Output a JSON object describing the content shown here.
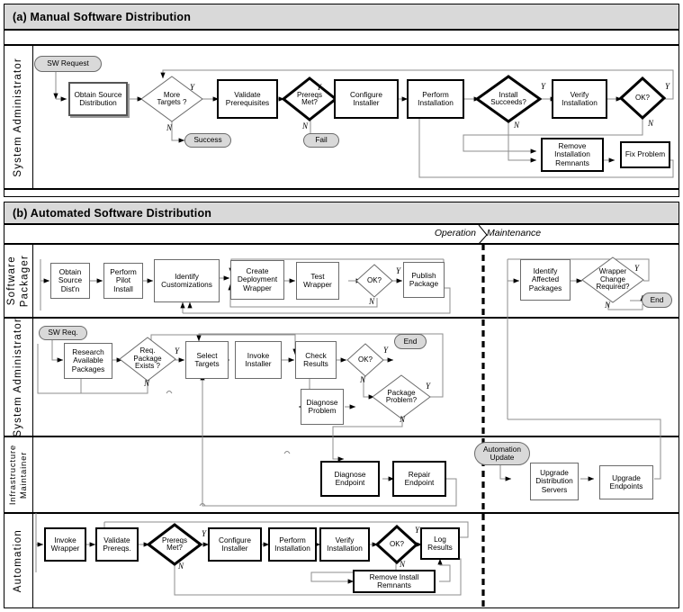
{
  "figure": {
    "panel_a_title": "(a) Manual Software Distribution",
    "panel_b_title": "(b) Automated Software Distribution",
    "phases": {
      "left": "Operation",
      "right": "Maintenance"
    },
    "yes_label": "Y",
    "no_label": "N"
  },
  "panel_a": {
    "lane_label": "System Administrator",
    "nodes": [
      {
        "id": "sw-request",
        "type": "terminator",
        "text": "SW Request"
      },
      {
        "id": "obtain-source",
        "type": "process",
        "text": "Obtain Source\nDistribution"
      },
      {
        "id": "more-targets",
        "type": "decision",
        "text": "More\nTargets ?"
      },
      {
        "id": "success",
        "type": "terminator",
        "text": "Success"
      },
      {
        "id": "validate-prerequisites",
        "type": "process",
        "text": "Validate\nPrerequisites"
      },
      {
        "id": "prereqs-met",
        "type": "decision",
        "text": "Prereqs\nMet?"
      },
      {
        "id": "fail",
        "type": "terminator",
        "text": "Fail"
      },
      {
        "id": "configure-installer",
        "type": "process",
        "text": "Configure\nInstaller"
      },
      {
        "id": "perform-installation",
        "type": "process",
        "text": "Perform\nInstallation"
      },
      {
        "id": "install-succeeds",
        "type": "decision",
        "text": "Install\nSucceeds?"
      },
      {
        "id": "verify-installation",
        "type": "process",
        "text": "Verify\nInstallation"
      },
      {
        "id": "ok",
        "type": "decision",
        "text": "OK?"
      },
      {
        "id": "remove-remnants",
        "type": "process",
        "text": "Remove\nInstallation\nRemnants"
      },
      {
        "id": "fix-problem",
        "type": "process",
        "text": "Fix Problem"
      }
    ]
  },
  "panel_b": {
    "lanes": [
      {
        "id": "software-packager",
        "label": "Software\nPackager"
      },
      {
        "id": "system-administrator",
        "label": "System Administrator"
      },
      {
        "id": "infrastructure-maintainer",
        "label": "Infrastructure\nMaintainer"
      },
      {
        "id": "automation",
        "label": "Automation"
      }
    ],
    "software_packager": [
      {
        "id": "obtain-source-distn",
        "type": "process",
        "text": "Obtain\nSource\nDist'n"
      },
      {
        "id": "perform-pilot-install",
        "type": "process",
        "text": "Perform\nPilot\nInstall"
      },
      {
        "id": "identify-customizations",
        "type": "process",
        "text": "Identify\nCustomizations"
      },
      {
        "id": "create-deployment-wrapper",
        "type": "process",
        "text": "Create\nDeployment\nWrapper"
      },
      {
        "id": "test-wrapper",
        "type": "process",
        "text": "Test\nWrapper"
      },
      {
        "id": "ok",
        "type": "decision",
        "text": "OK?"
      },
      {
        "id": "publish-package",
        "type": "process",
        "text": "Publish\nPackage"
      },
      {
        "id": "identify-affected-packages",
        "type": "process",
        "text": "Identify\nAffected\nPackages"
      },
      {
        "id": "wrapper-change-required",
        "type": "decision",
        "text": "Wrapper\nChange\nRequired?"
      },
      {
        "id": "end",
        "type": "terminator",
        "text": "End"
      }
    ],
    "system_administrator": [
      {
        "id": "sw-req",
        "type": "terminator",
        "text": "SW Req."
      },
      {
        "id": "research-available-packages",
        "type": "process",
        "text": "Research\nAvailable\nPackages"
      },
      {
        "id": "req-package-exists",
        "type": "decision",
        "text": "Req.\nPackage\nExists ?"
      },
      {
        "id": "select-targets",
        "type": "process",
        "text": "Select\nTargets"
      },
      {
        "id": "invoke-installer",
        "type": "process",
        "text": "Invoke\nInstaller"
      },
      {
        "id": "check-results",
        "type": "process",
        "text": "Check\nResults"
      },
      {
        "id": "ok",
        "type": "decision",
        "text": "OK?"
      },
      {
        "id": "end",
        "type": "terminator",
        "text": "End"
      },
      {
        "id": "package-problem",
        "type": "decision",
        "text": "Package\nProblem?"
      },
      {
        "id": "diagnose-problem",
        "type": "process",
        "text": "Diagnose\nProblem"
      }
    ],
    "infrastructure_maintainer": [
      {
        "id": "diagnose-endpoint",
        "type": "process",
        "text": "Diagnose\nEndpoint"
      },
      {
        "id": "repair-endpoint",
        "type": "process",
        "text": "Repair\nEndpoint"
      },
      {
        "id": "automation-update",
        "type": "terminator",
        "text": "Automation\nUpdate"
      },
      {
        "id": "upgrade-distribution-servers",
        "type": "process",
        "text": "Upgrade\nDistribution\nServers"
      },
      {
        "id": "upgrade-endpoints",
        "type": "process",
        "text": "Upgrade\nEndpoints"
      }
    ],
    "automation": [
      {
        "id": "invoke-wrapper",
        "type": "process",
        "text": "Invoke\nWrapper"
      },
      {
        "id": "validate-prereqs",
        "type": "process",
        "text": "Validate\nPrereqs."
      },
      {
        "id": "prereqs-met",
        "type": "decision",
        "text": "Prereqs\nMet?"
      },
      {
        "id": "configure-installer",
        "type": "process",
        "text": "Configure\nInstaller"
      },
      {
        "id": "perform-installation",
        "type": "process",
        "text": "Perform\nInstallation"
      },
      {
        "id": "verify-installation",
        "type": "process",
        "text": "Verify\nInstallation"
      },
      {
        "id": "ok",
        "type": "decision",
        "text": "OK?"
      },
      {
        "id": "log-results",
        "type": "process",
        "text": "Log\nResults"
      },
      {
        "id": "remove-install-remnants",
        "type": "process",
        "text": "Remove Install\nRemnants"
      }
    ]
  },
  "colors": {
    "panel_header_bg": "#d9d9d9",
    "terminator_bg": "#d9d9d9",
    "wire": "#8d8d8d",
    "outline": "#000000"
  }
}
